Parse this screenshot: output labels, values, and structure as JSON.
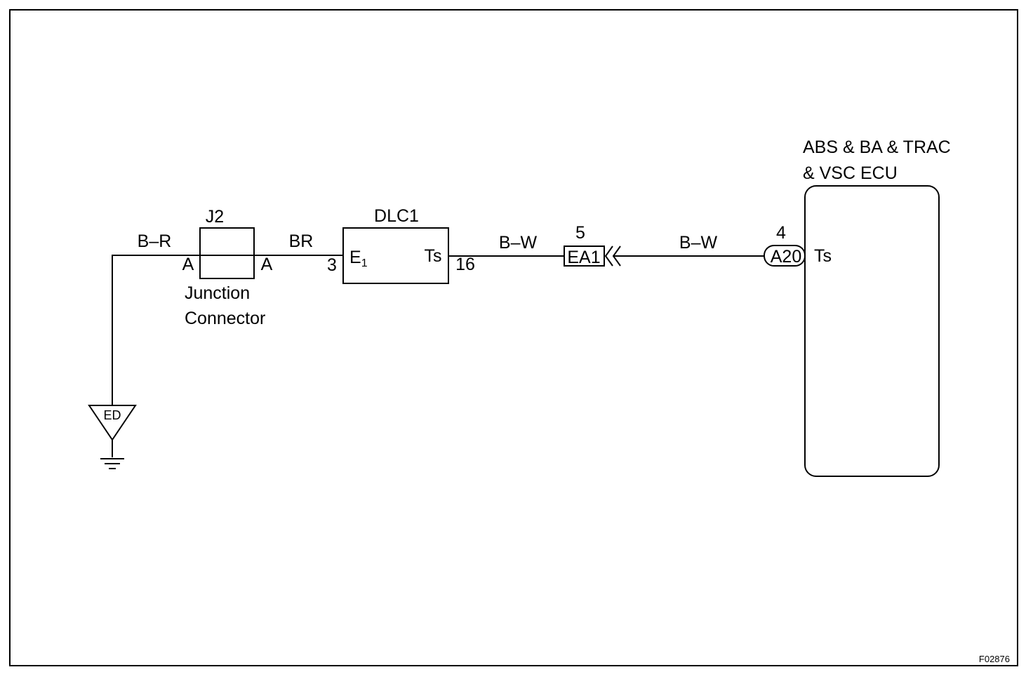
{
  "ground": {
    "label": "ED"
  },
  "wires": {
    "ground_to_j2": "B–R",
    "j2_to_dlc1": "BR",
    "dlc1_to_ea1": "B–W",
    "ea1_to_ecu": "B–W"
  },
  "junction": {
    "name": "J2",
    "pin_left": "A",
    "pin_right": "A",
    "caption_line1": "Junction",
    "caption_line2": "Connector"
  },
  "dlc1": {
    "name": "DLC1",
    "terminal_left": "E",
    "terminal_left_sub": "1",
    "terminal_right": "Ts",
    "pin_left": "3",
    "pin_right": "16"
  },
  "connector_ea1": {
    "name": "EA1",
    "pin": "5"
  },
  "connector_a20": {
    "name": "A20",
    "pin": "4"
  },
  "ecu": {
    "title_line1": "ABS & BA & TRAC",
    "title_line2": "& VSC ECU",
    "terminal": "Ts"
  },
  "figure_id": "F02876"
}
